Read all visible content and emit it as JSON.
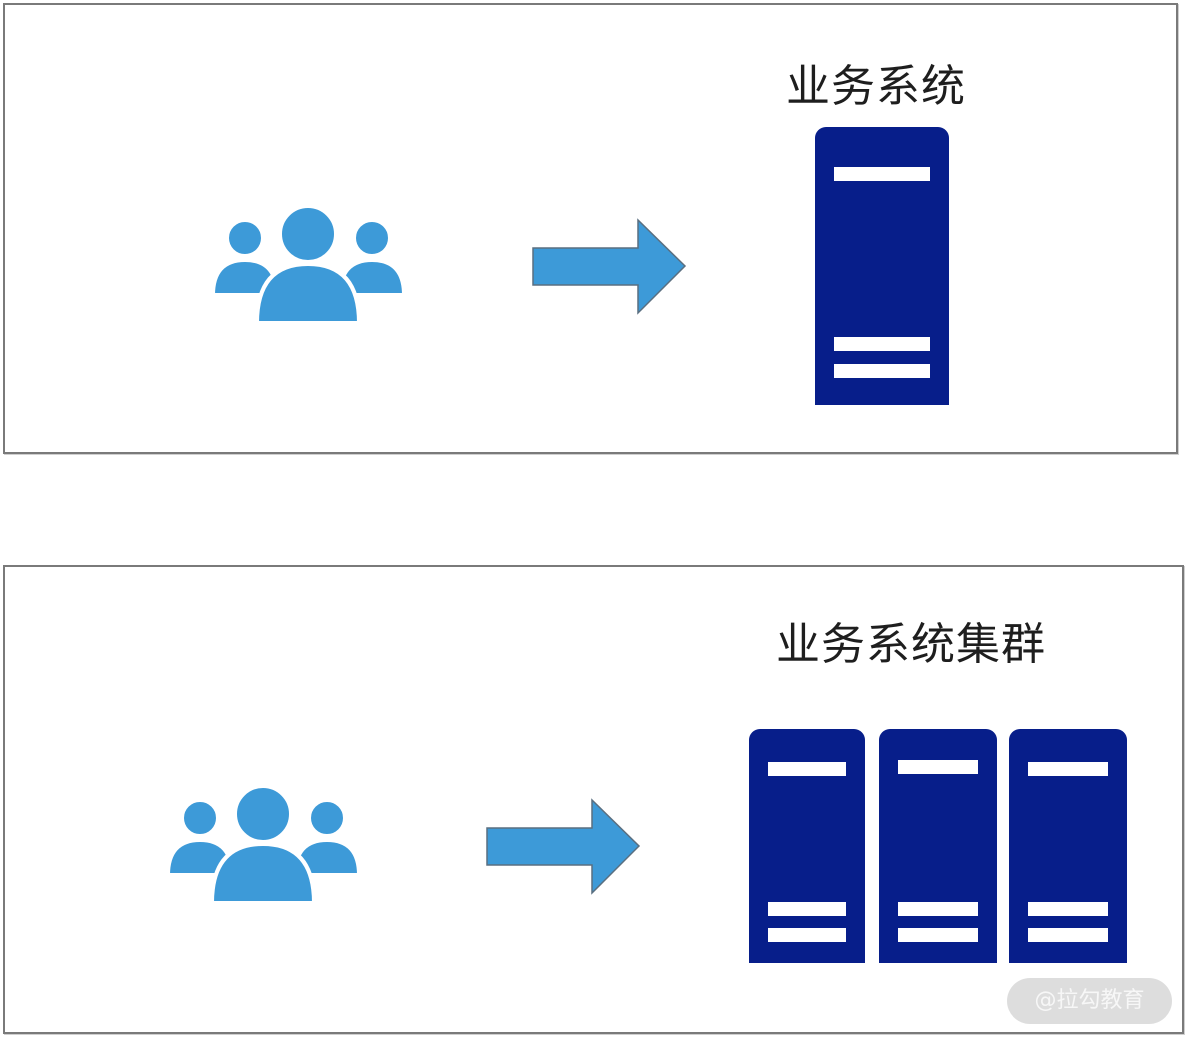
{
  "top_panel": {
    "title": "业务系统"
  },
  "bottom_panel": {
    "title": "业务系统集群"
  },
  "watermark": "@拉勾教育",
  "colors": {
    "icon_blue": "#3d9ad8",
    "server_navy": "#071e8a",
    "border": "#7a7a7a"
  },
  "icons": [
    "users-icon",
    "arrow-right-icon",
    "server-icon"
  ]
}
